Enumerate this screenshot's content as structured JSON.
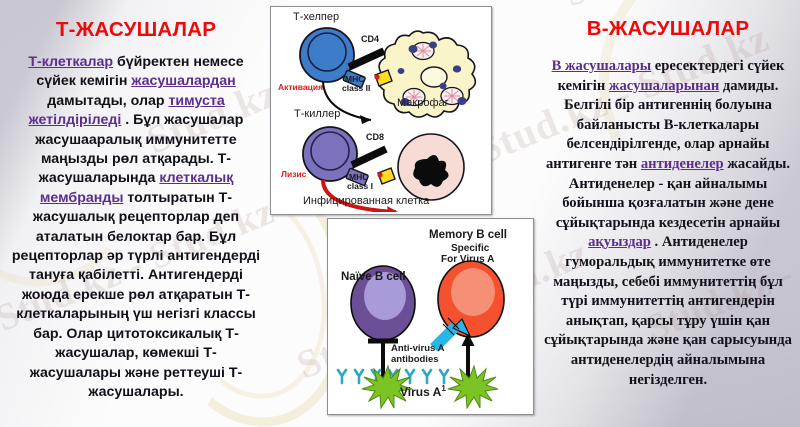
{
  "slide": {
    "background_color": "#c9c7d1",
    "watermark_text": "Stud.kz - Stud.kz"
  },
  "left_column": {
    "title": "Т-ЖАСУШАЛАР",
    "title_color": "#ee0a0a",
    "paragraph_parts": [
      {
        "text": "Т-клеткалар",
        "style": "link"
      },
      {
        "text": " бүйректен немесе сүйек кемігін ",
        "style": "plain"
      },
      {
        "text": "жасушалардан",
        "style": "link"
      },
      {
        "text": " дамытады, олар ",
        "style": "plain"
      },
      {
        "text": "тимуста жетілдіріледі",
        "style": "link"
      },
      {
        "text": " . Бұл жасушалар жасушааралық иммунитетте маңызды рөл атқарады. Т-жасушаларында ",
        "style": "plain"
      },
      {
        "text": "клеткалық мембранды",
        "style": "link"
      },
      {
        "text": " толтыратын Т-жасушалық рецепторлар деп аталатын белоктар бар. Бұл рецепторлар әр түрлі антигендерді тануға қабілетті. Антигендерді жоюда ерекше рөл атқаратын Т-клеткаларының үш негізгі классы бар. Олар цитотоксикалық Т-жасушалар, көмекші Т-жасушалары және реттеуші Т-жасушалары.",
        "style": "plain"
      }
    ]
  },
  "right_column": {
    "title": "В-ЖАСУШАЛАР",
    "title_color": "#ee0a0a",
    "paragraph_parts": [
      {
        "text": "В жасушалары",
        "style": "link"
      },
      {
        "text": " ересектердегі сүйек кемігін ",
        "style": "plain"
      },
      {
        "text": "жасушаларынан",
        "style": "link"
      },
      {
        "text": " дамиды. Белгілі бір антигеннің болуына байланысты В-клеткалары белсендірілгенде, олар арнайы антигенге тән ",
        "style": "plain"
      },
      {
        "text": "антиденелер",
        "style": "link"
      },
      {
        "text": " жасайды. Антиденелер - қан айналымы бойынша қозғалатын және дене сұйықтарында кездесетін арнайы ",
        "style": "plain"
      },
      {
        "text": "ақуыздар",
        "style": "link"
      },
      {
        "text": " . Антиденелер гуморальдық иммунитетке өте маңызды, себебі иммунитеттің бұл түрі иммунитеттің антигендерін анықтап, қарсы тұру үшін қан сұйықтарында және қан сарысуында антиденелердің айналымына негізделген.",
        "style": "plain"
      }
    ]
  },
  "figure_top": {
    "name": "t-cell-activation-diagram",
    "labels": {
      "t_helper": "Т-хелпер",
      "cd4": "CD4",
      "mhc_class_2_line1": "MHC",
      "mhc_class_2_line2": "class II",
      "activation": "Активация",
      "macrophage": "Макрофаг",
      "t_killer": "Т-киллер",
      "cd8": "CD8",
      "mhc_class_1_line1": "MHC",
      "mhc_class_1_line2": "class I",
      "lysis": "Лизис",
      "infected_cell": "Инфицированная клетка"
    },
    "colors": {
      "t_helper_cell": "#3d7cc9",
      "t_killer_cell": "#7b72bd",
      "macrophage": "#faf5c8",
      "infected_cell": "#f7dcd6",
      "mhc_marker": "#ffdd22",
      "activation_text": "#e01b1b",
      "lysis_text": "#e01b1b",
      "lysis_arrow": "#cc1414"
    }
  },
  "figure_bottom": {
    "name": "b-cell-memory-diagram",
    "labels": {
      "naive_b_cell": "Naïve B cell",
      "memory_b_cell": "Memory B cell",
      "memory_specific_line1": "Specific",
      "memory_specific_line2": "For Virus A",
      "antibodies_line1": "Anti-virus A",
      "antibodies_line2": "antibodies",
      "virus": "Virus A",
      "virus_superscript": "1"
    },
    "colors": {
      "naive_cell": "#6b4f96",
      "naive_nucleus": "#a99ada",
      "memory_cell": "#f6512f",
      "memory_nucleus": "#f59076",
      "antibody": "#2aa8c4",
      "arrow_cyan": "#28b5e8",
      "virus": "#7cc423"
    }
  }
}
